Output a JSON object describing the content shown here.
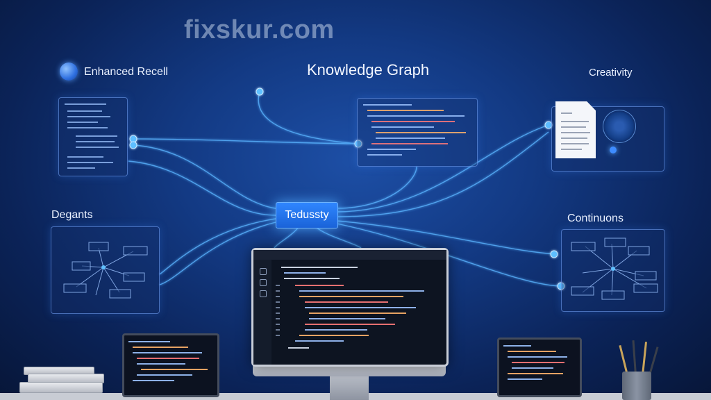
{
  "watermark": "fixskur.com",
  "title": "Knowledge Graph",
  "labels": {
    "enhanced_recall": "Enhanced Recell",
    "creativity": "Creativity",
    "degants": "Degants",
    "continuons": "Continuons"
  },
  "center_node": "Tedussty",
  "icons": {
    "logo": "brain-logo-icon",
    "document": "document-icon",
    "orb": "sphere-icon"
  },
  "colors": {
    "accent": "#2f86ff",
    "node": "#4fb6ff",
    "background": "#133a84"
  }
}
